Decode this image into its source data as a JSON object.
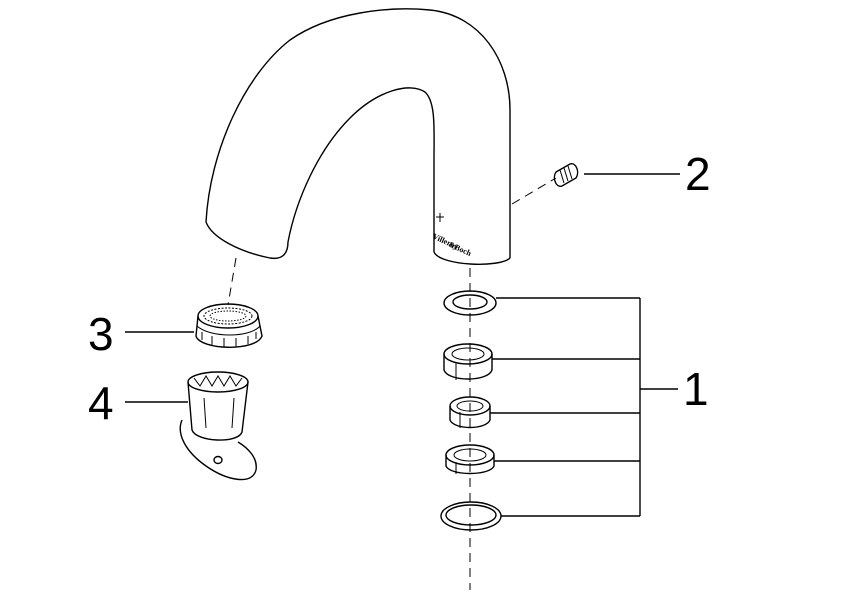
{
  "diagram": {
    "callouts": {
      "c1": "1",
      "c2": "2",
      "c3": "3",
      "c4": "4"
    },
    "brand_text": {
      "line1": "Villeroy",
      "line2": "&Boch"
    }
  }
}
